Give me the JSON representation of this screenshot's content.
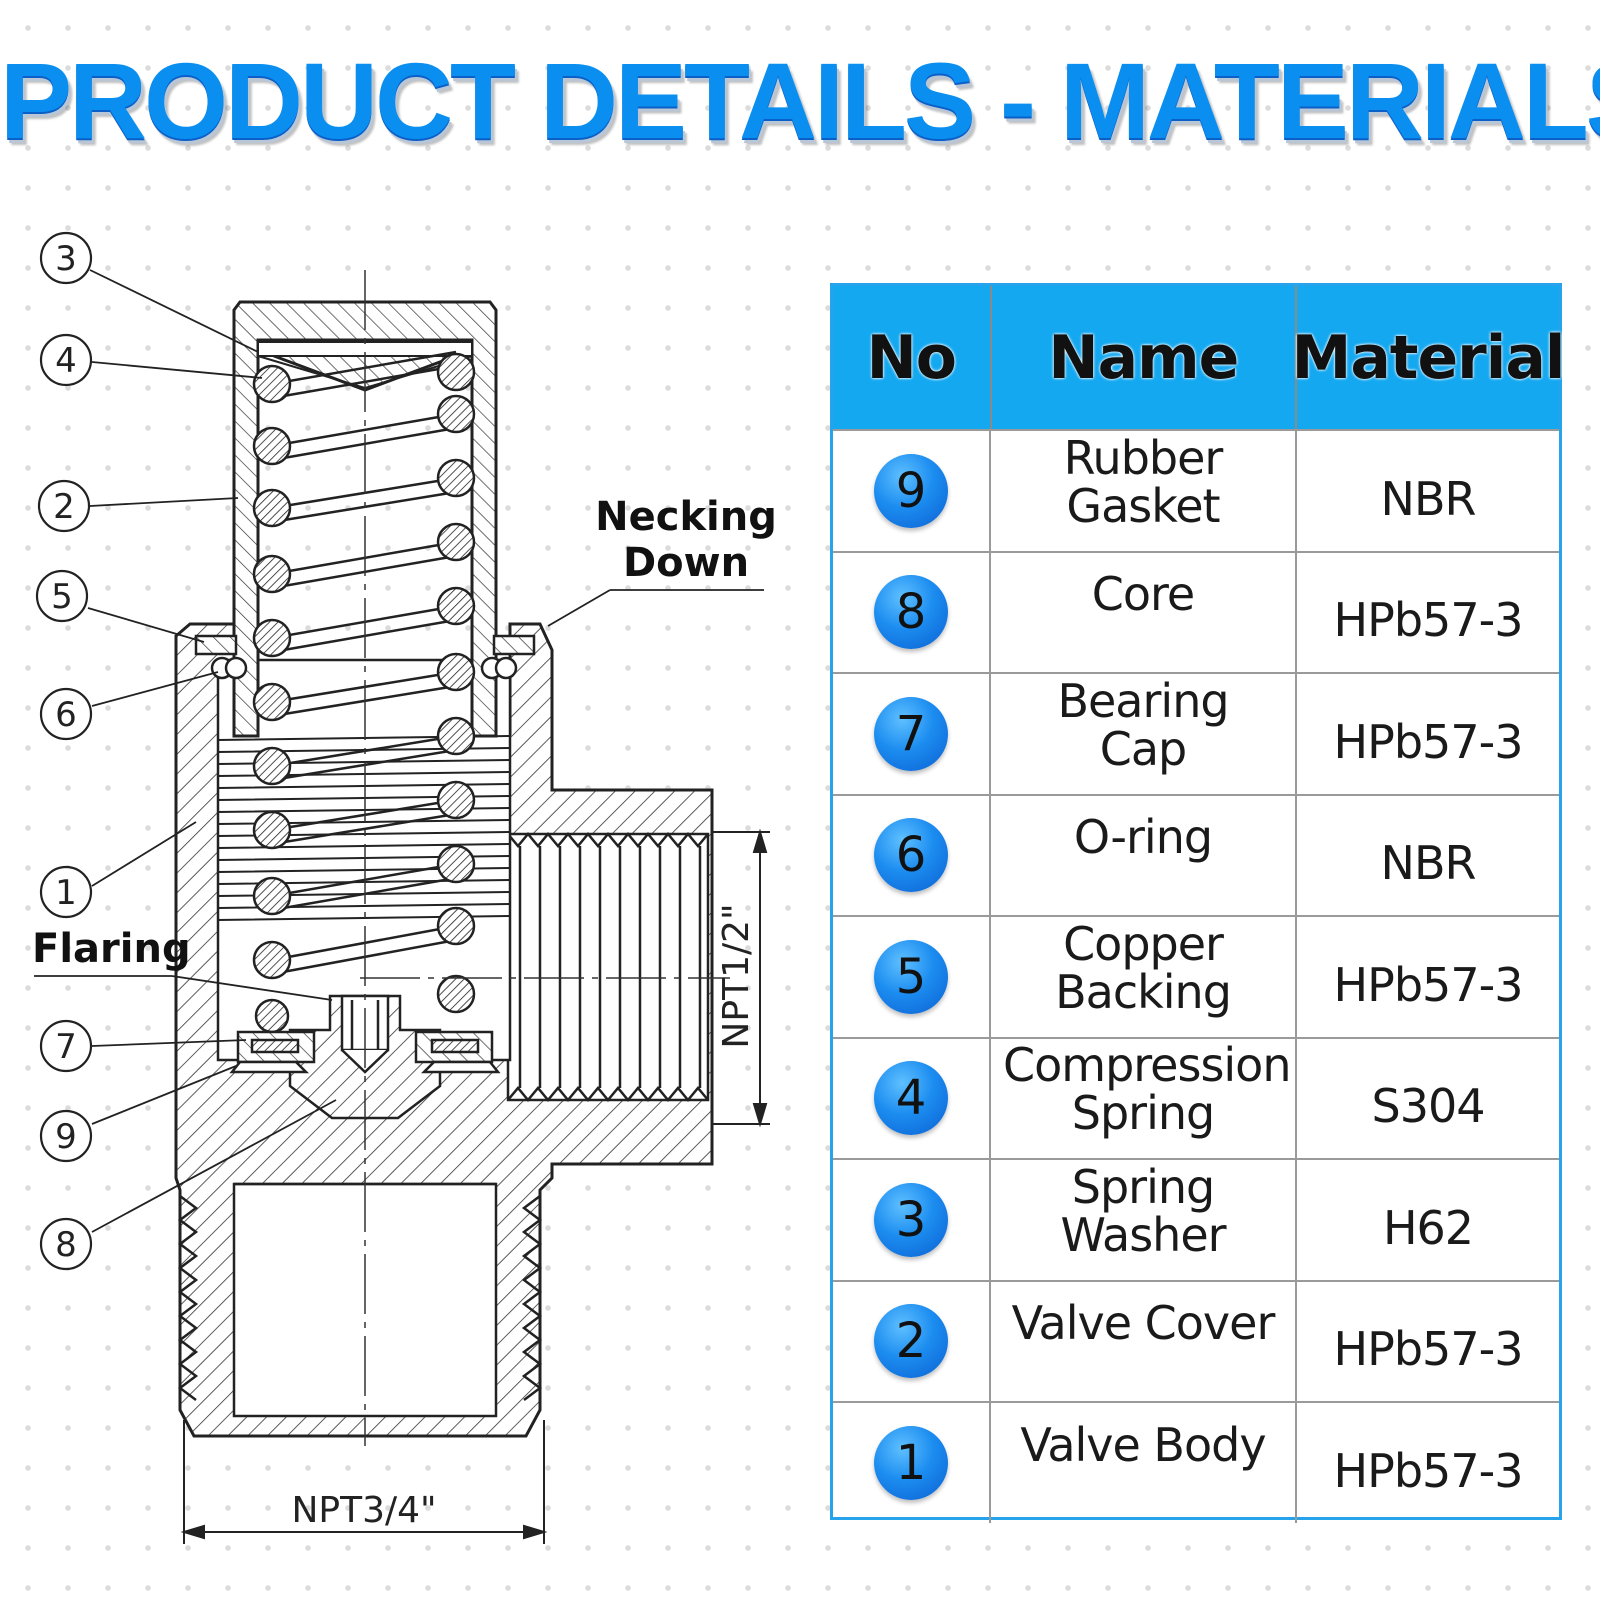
{
  "title": "PRODUCT DETAILS - MATERIALS",
  "diagram": {
    "callouts": [
      "3",
      "4",
      "2",
      "5",
      "6",
      "1",
      "7",
      "9",
      "8"
    ],
    "labels": {
      "necking_line1": "Necking",
      "necking_line2": "Down",
      "flaring": "Flaring",
      "npt_half": "NPT1/2\"",
      "npt_threequarter": "NPT3/4\""
    }
  },
  "table": {
    "headers": {
      "no": "No",
      "name": "Name",
      "material": "Material"
    },
    "rows": [
      {
        "no": "9",
        "name_l1": "Rubber",
        "name_l2": "Gasket",
        "material": "NBR"
      },
      {
        "no": "8",
        "name_l1": "Core",
        "name_l2": "",
        "material": "HPb57-3"
      },
      {
        "no": "7",
        "name_l1": "Bearing",
        "name_l2": "Cap",
        "material": "HPb57-3"
      },
      {
        "no": "6",
        "name_l1": "O-ring",
        "name_l2": "",
        "material": "NBR"
      },
      {
        "no": "5",
        "name_l1": "Copper",
        "name_l2": "Backing",
        "material": "HPb57-3"
      },
      {
        "no": "4",
        "name_l1": "Compression",
        "name_l2": "Spring",
        "material": "S304"
      },
      {
        "no": "3",
        "name_l1": "Spring",
        "name_l2": "Washer",
        "material": "H62"
      },
      {
        "no": "2",
        "name_l1": "Valve Cover",
        "name_l2": "",
        "material": "HPb57-3"
      },
      {
        "no": "1",
        "name_l1": "Valve Body",
        "name_l2": "",
        "material": "HPb57-3"
      }
    ]
  }
}
